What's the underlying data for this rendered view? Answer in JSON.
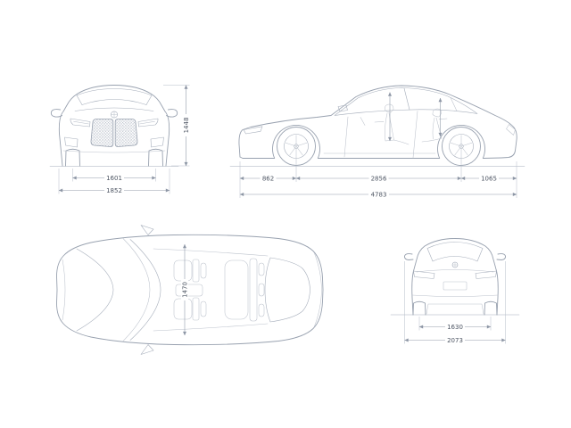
{
  "colors": {
    "line": "#98a1af",
    "detail": "#a6aebb",
    "text": "#4c5462",
    "background": "#ffffff"
  },
  "front_view": {
    "track_width": "1601",
    "overall_width": "1852",
    "overall_height": "1448"
  },
  "side_view": {
    "front_overhang": "862",
    "wheelbase": "2856",
    "rear_overhang": "1065",
    "overall_length": "4783"
  },
  "top_view": {
    "interior_width": "1470"
  },
  "rear_view": {
    "rear_track": "1630",
    "overall_width_with_mirrors": "2073"
  }
}
